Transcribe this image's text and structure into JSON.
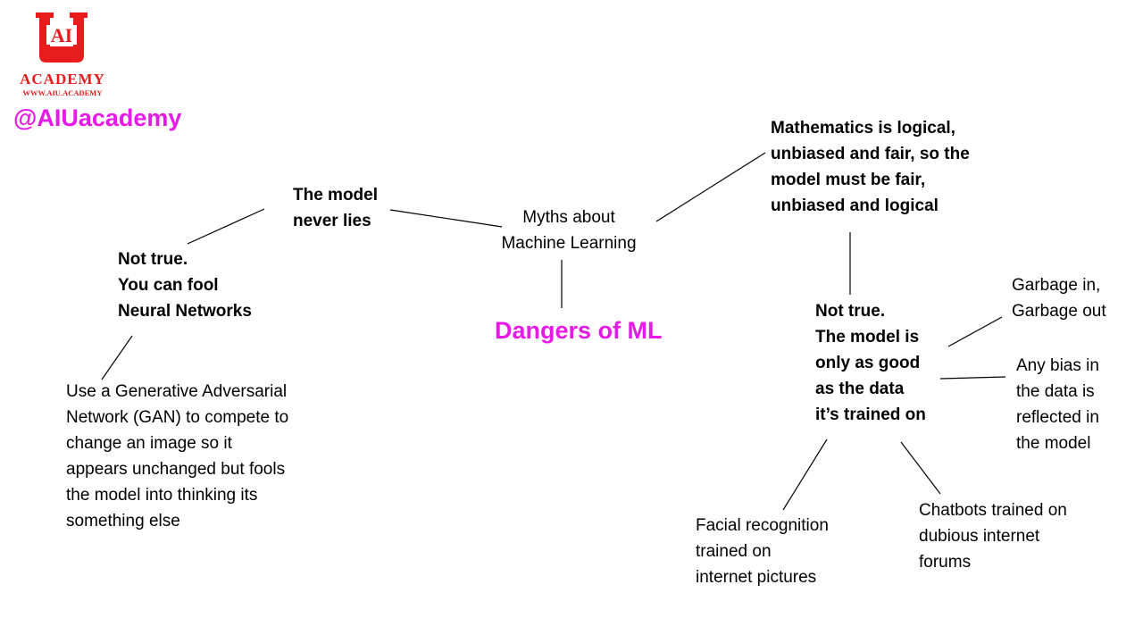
{
  "logo": {
    "letters": "AI",
    "name": "ACADEMY",
    "url": "WWW.AIU.ACADEMY",
    "color": "#e81c1c"
  },
  "handle": "@AIUacademy",
  "accent_color": "#e619e6",
  "center": {
    "lines": [
      "Myths about",
      "Machine Learning"
    ]
  },
  "title": "Dangers of ML",
  "myth1": {
    "lines": [
      "The model",
      "never lies"
    ]
  },
  "rebuttal1": {
    "lines": [
      "Not true.",
      "You can fool",
      "Neural Networks"
    ]
  },
  "detail1": {
    "lines": [
      "Use a Generative Adversarial",
      "Network (GAN) to compete to",
      "change an image so it",
      "appears unchanged but fools",
      "the model into thinking its",
      "something else"
    ]
  },
  "myth2": {
    "lines": [
      "Mathematics is logical,",
      "unbiased and fair, so the",
      "model must be fair,",
      "unbiased and logical"
    ]
  },
  "rebuttal2": {
    "lines": [
      "Not true.",
      "The model is",
      "only as good",
      "as the data",
      "it’s trained on"
    ]
  },
  "garbage": {
    "lines": [
      "Garbage in,",
      "Garbage out"
    ]
  },
  "bias": {
    "lines": [
      "Any bias in",
      "the data is",
      "reflected in",
      "the model"
    ]
  },
  "facial": {
    "lines": [
      "Facial recognition",
      "trained on",
      "internet pictures"
    ]
  },
  "chatbots": {
    "lines": [
      "Chatbots trained on",
      "dubious internet",
      "forums"
    ]
  }
}
